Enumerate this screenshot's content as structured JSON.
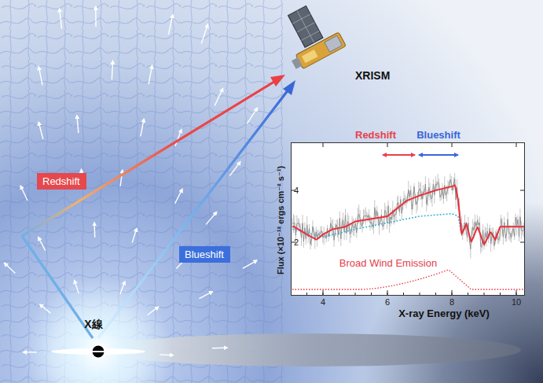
{
  "diagram": {
    "nodes": [
      {
        "text": [
          "Redshift"
        ]
      },
      {
        "text": [
          "Blueshift"
        ]
      },
      {
        "text": [
          "Broad Wind Emission"
        ]
      }
    ],
    "labels": [
      "XRISM",
      "X線",
      "Redshift",
      "Blueshift",
      "Flux (×10⁻¹² ergs cm⁻² s⁻¹)",
      "4",
      "2",
      "4",
      "6",
      "8",
      "10",
      "X-ray Energy (keV)"
    ]
  }
}
